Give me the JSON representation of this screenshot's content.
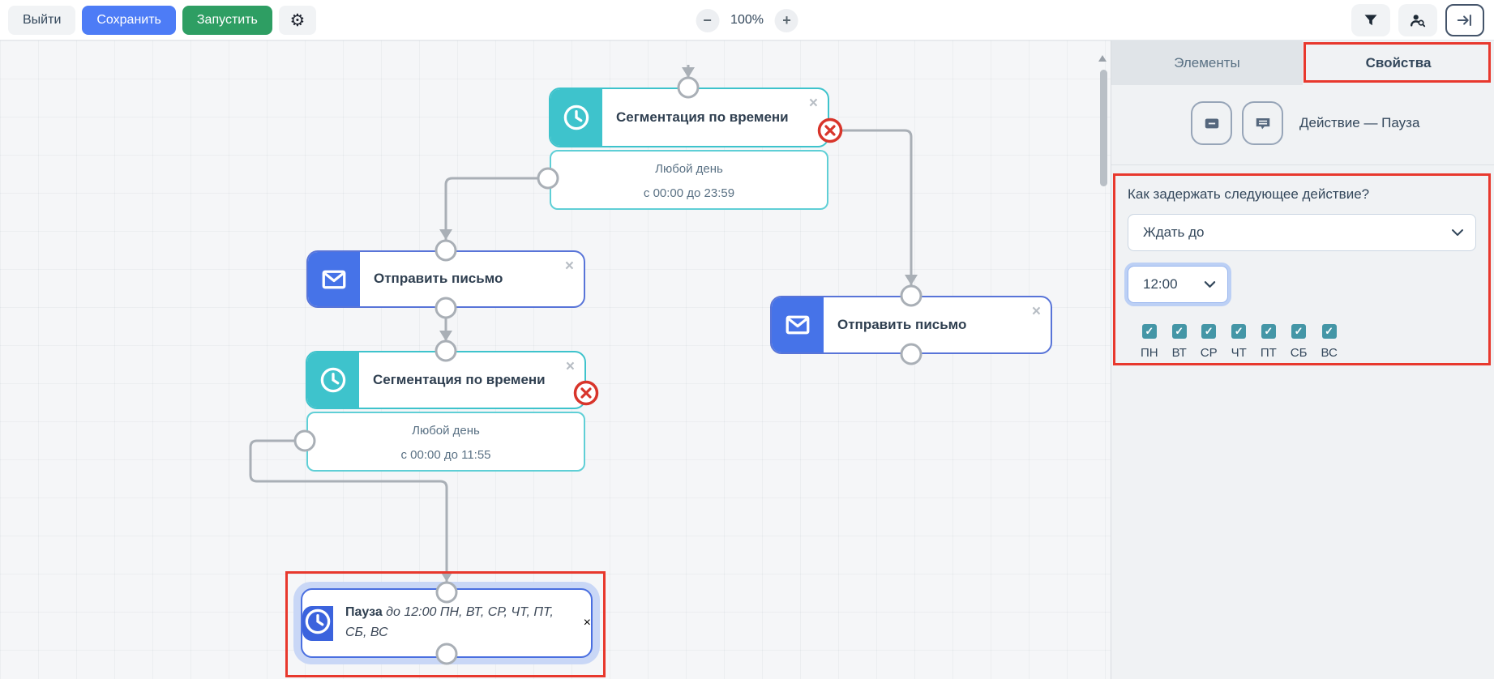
{
  "toolbar": {
    "exit_label": "Выйти",
    "save_label": "Сохранить",
    "run_label": "Запустить",
    "zoom_out": "−",
    "zoom_level": "100%",
    "zoom_in": "+"
  },
  "panel": {
    "tabs": [
      {
        "label": "Элементы",
        "active": false
      },
      {
        "label": "Свойства",
        "active": true
      }
    ],
    "title": "Действие — Пауза",
    "form": {
      "question": "Как задержать следующее действие?",
      "mode_select_value": "Ждать до",
      "time_select_value": "12:00",
      "days": [
        {
          "label": "ПН",
          "checked": true
        },
        {
          "label": "ВТ",
          "checked": true
        },
        {
          "label": "СР",
          "checked": true
        },
        {
          "label": "ЧТ",
          "checked": true
        },
        {
          "label": "ПТ",
          "checked": true
        },
        {
          "label": "СБ",
          "checked": true
        },
        {
          "label": "ВС",
          "checked": true
        }
      ]
    }
  },
  "canvas": {
    "close_glyph": "×",
    "nodes": {
      "segmentation1": {
        "title": "Сегментация по времени",
        "branch_line1": "Любой день",
        "branch_line2": "с 00:00 до 23:59"
      },
      "email1": {
        "title": "Отправить письмо"
      },
      "segmentation2": {
        "title": "Сегментация по времени",
        "branch_line1": "Любой день",
        "branch_line2": "с 00:00 до 11:55"
      },
      "email2": {
        "title": "Отправить письмо"
      },
      "pause": {
        "title": "Пауза",
        "subtitle": " до 12:00 ПН, ВТ, СР, ЧТ, ПТ, СБ, ВС"
      }
    }
  },
  "colors": {
    "teal_accent": "#3EC3CC",
    "blue_accent": "#4673E8",
    "save_blue": "#4D7CF6",
    "run_green": "#2E9E63",
    "annotation_red": "#E8382D",
    "checkbox_teal": "#4496A6",
    "edge_gray": "#A9AFB6"
  }
}
